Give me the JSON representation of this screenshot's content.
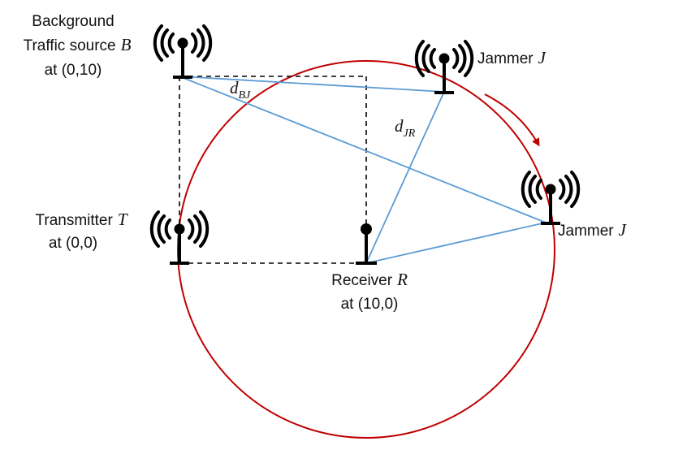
{
  "nodes": {
    "background": {
      "label_line1": "Background",
      "label_line2": "Traffic source",
      "symbol": "B",
      "coords": "at (0,10)"
    },
    "transmitter": {
      "label": "Transmitter",
      "symbol": "T",
      "coords": "at (0,0)"
    },
    "receiver": {
      "label": "Receiver",
      "symbol": "R",
      "coords": "at (10,0)"
    },
    "jammer_top": {
      "label": "Jammer",
      "symbol": "J"
    },
    "jammer_right": {
      "label": "Jammer",
      "symbol": "J"
    }
  },
  "distances": {
    "bj": {
      "main": "d",
      "sub": "BJ"
    },
    "jr": {
      "main": "d",
      "sub": "JR"
    }
  },
  "icons": {
    "antenna": "radio-tower-icon",
    "motion": "curved-arrow-icon"
  },
  "colors": {
    "circle": "#c00000",
    "link": "#5b9bd5",
    "dashed": "#000000"
  }
}
